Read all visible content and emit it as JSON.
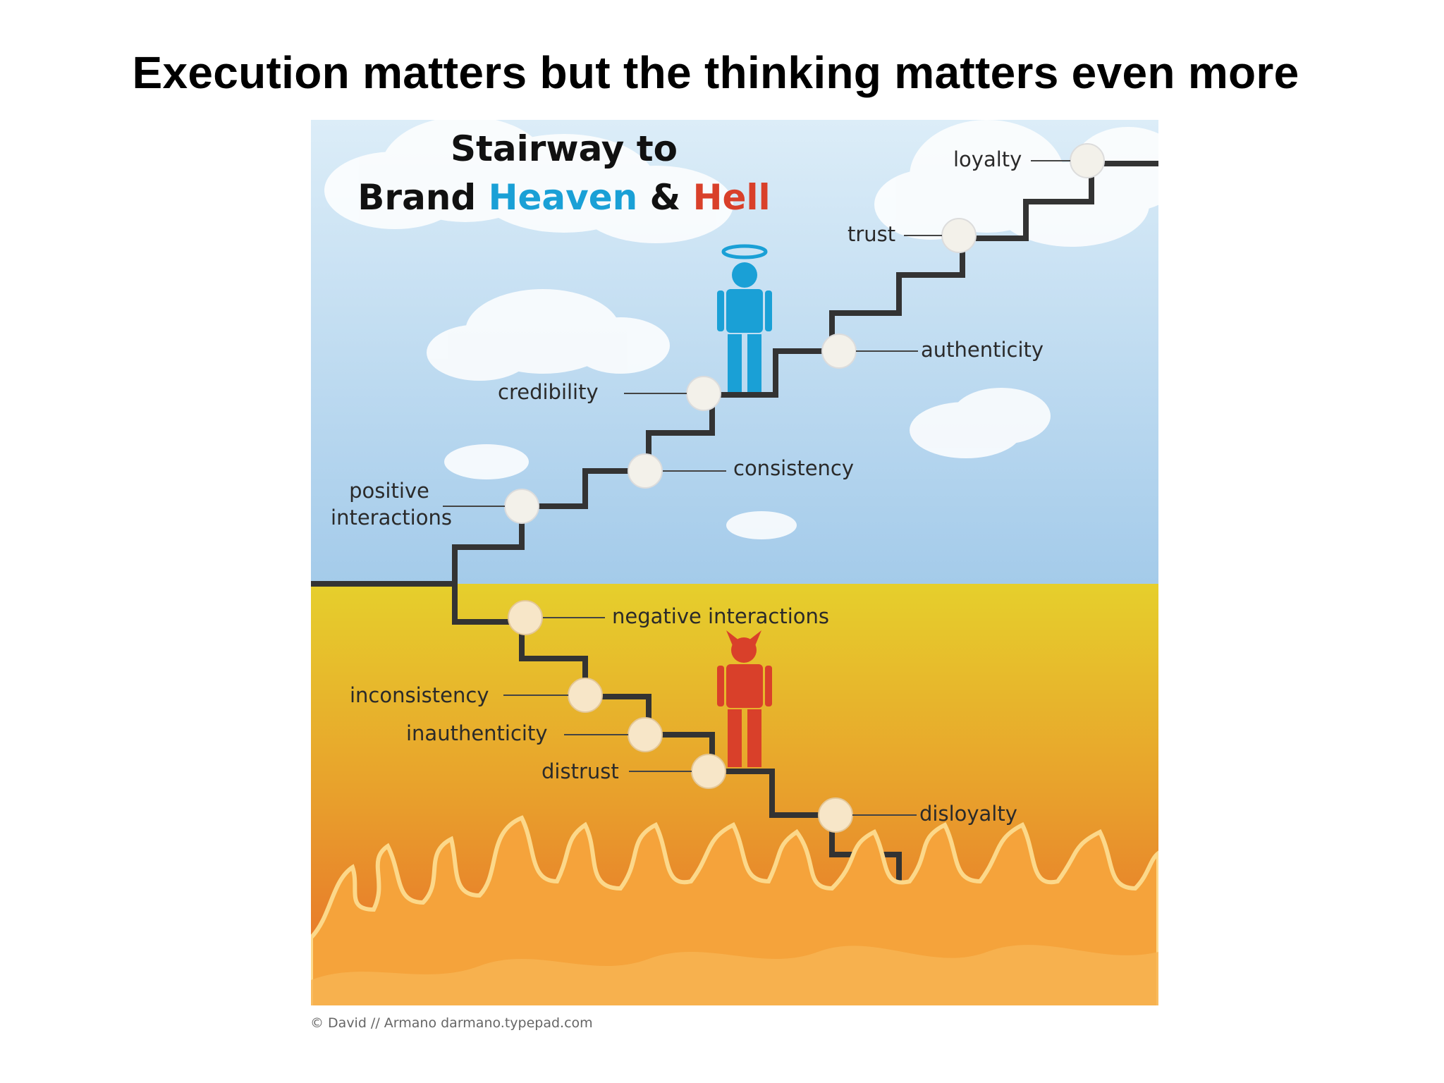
{
  "slide": {
    "title": "Execution matters but the thinking matters even more"
  },
  "diagram": {
    "title_line1": "Stairway to",
    "title_line2_part1": "Brand ",
    "title_heaven": "Heaven",
    "title_amp": " & ",
    "title_hell": "Hell",
    "heaven_steps": [
      "positive",
      "interactions",
      "consistency",
      "credibility",
      "authenticity",
      "trust",
      "loyalty"
    ],
    "hell_steps": [
      "negative interactions",
      "inconsistency",
      "inauthenticity",
      "distrust",
      "disloyalty"
    ],
    "credit": "© David // Armano   darmano.typepad.com",
    "colors": {
      "heaven": "#1aa0d6",
      "hell": "#d9402a",
      "sky_top": "#d9ecf7",
      "sky_bottom": "#a7cdea",
      "ground_top": "#e8cc30",
      "ground_bottom": "#e8702a",
      "stair": "#333333"
    }
  }
}
